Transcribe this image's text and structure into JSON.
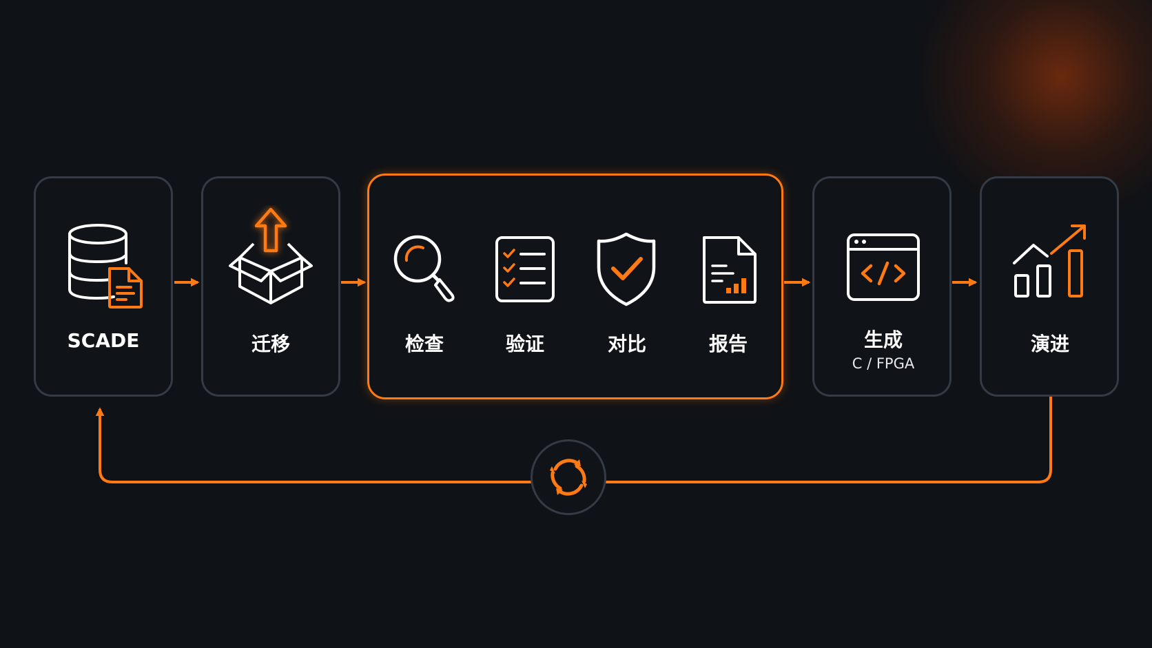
{
  "steps": [
    {
      "id": "scade",
      "label": "SCADE",
      "icon": "database-document-icon"
    },
    {
      "id": "migrate",
      "label": "迁移",
      "icon": "box-upload-icon"
    },
    {
      "id": "check",
      "label": "检查",
      "icon": "magnifier-icon"
    },
    {
      "id": "verify",
      "label": "验证",
      "icon": "checklist-icon"
    },
    {
      "id": "compare",
      "label": "对比",
      "icon": "shield-check-icon"
    },
    {
      "id": "report",
      "label": "报告",
      "icon": "report-chart-icon"
    },
    {
      "id": "generate",
      "label": "生成",
      "sublabel": "C / FPGA",
      "icon": "code-window-icon"
    },
    {
      "id": "evolve",
      "label": "演进",
      "icon": "growth-chart-icon"
    }
  ],
  "loop": {
    "icon": "cycle-arrows-icon"
  },
  "colors": {
    "accent": "#ff7a12",
    "border": "#343b45",
    "background": "#0f1216",
    "text": "#ffffff"
  }
}
